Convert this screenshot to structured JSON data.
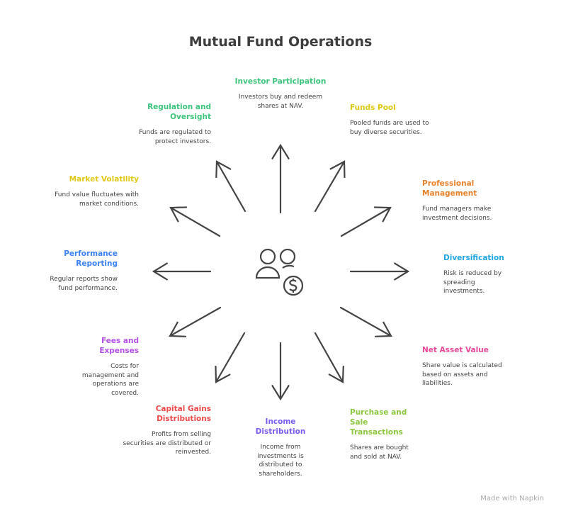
{
  "title": "Mutual Fund Operations",
  "colors": {
    "arrow": "#444444"
  },
  "nodes": [
    {
      "id": "investor",
      "heading": "Investor Participation",
      "text": "Investors buy and redeem shares at NAV.",
      "color": "#3cc47c"
    },
    {
      "id": "funds-pool",
      "heading": "Funds Pool",
      "text": "Pooled funds are used to buy diverse securities.",
      "color": "#e0c916"
    },
    {
      "id": "professional",
      "heading": "Professional Management",
      "text": "Fund managers make investment decisions.",
      "color": "#e8812a"
    },
    {
      "id": "diversification",
      "heading": "Diversification",
      "text": "Risk is reduced by spreading investments.",
      "color": "#1ea5df"
    },
    {
      "id": "nav",
      "heading": "Net Asset Value",
      "text": "Share value is calculated based on assets and liabilities.",
      "color": "#e8479a"
    },
    {
      "id": "purchase",
      "heading": "Purchase and Sale Transactions",
      "text": "Shares are bought and sold at NAV.",
      "color": "#8cc63e"
    },
    {
      "id": "income",
      "heading": "Income Distribution",
      "text": "Income from investments is distributed to shareholders.",
      "color": "#7a5cf0"
    },
    {
      "id": "capital",
      "heading": "Capital Gains Distributions",
      "text": "Profits from selling securities are distributed or reinvested.",
      "color": "#ec4a4a"
    },
    {
      "id": "fees",
      "heading": "Fees and Expenses",
      "text": "Costs for management and operations are covered.",
      "color": "#b34fe8"
    },
    {
      "id": "performance",
      "heading": "Performance Reporting",
      "text": "Regular reports show fund performance.",
      "color": "#3b82f0"
    },
    {
      "id": "volatility",
      "heading": "Market Volatility",
      "text": "Fund value fluctuates with market conditions.",
      "color": "#e0c916"
    },
    {
      "id": "regulation",
      "heading": "Regulation and Oversight",
      "text": "Funds are regulated to protect investors.",
      "color": "#3cc47c"
    }
  ],
  "center_icon": "investors-dollar-icon",
  "footer": "Made with Napkin"
}
